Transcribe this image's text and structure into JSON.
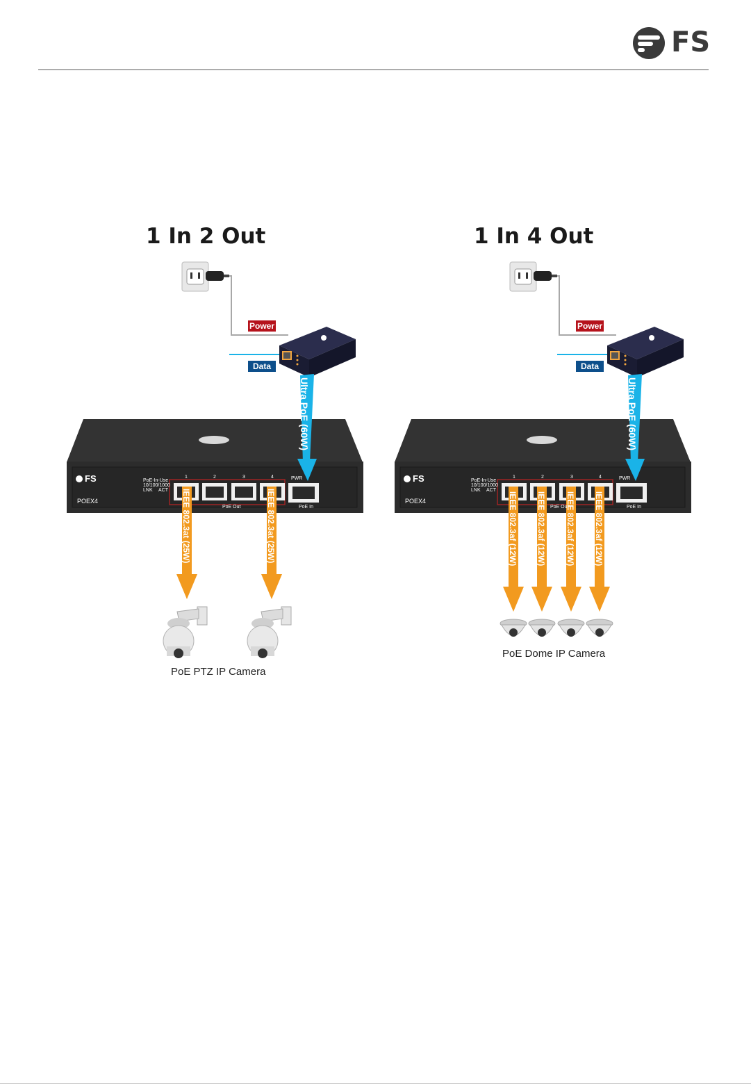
{
  "brand": {
    "logo_text": "FS"
  },
  "panels": [
    {
      "title": "1 In 2 Out",
      "power_label": "Power",
      "data_label": "Data",
      "uplink_label": "Ultra PoE (60W)",
      "switch": {
        "model": "POEX4",
        "brand": "FS",
        "legend": [
          "PoE-In-Use",
          "10/100/1000",
          "LNK",
          "ACT"
        ],
        "port_numbers": [
          "1",
          "2",
          "3",
          "4"
        ],
        "pwr_label": "PWR",
        "poe_out_label": "PoE Out",
        "poe_in_label": "PoE In"
      },
      "outputs": [
        "IEEE 802.3at (25W)",
        "IEEE 802.3at (25W)"
      ],
      "camera_caption": "PoE PTZ IP Camera"
    },
    {
      "title": "1 In 4 Out",
      "power_label": "Power",
      "data_label": "Data",
      "uplink_label": "Ultra PoE (60W)",
      "switch": {
        "model": "POEX4",
        "brand": "FS",
        "legend": [
          "PoE-In-Use",
          "10/100/1000",
          "LNK",
          "ACT"
        ],
        "port_numbers": [
          "1",
          "2",
          "3",
          "4"
        ],
        "pwr_label": "PWR",
        "poe_out_label": "PoE Out",
        "poe_in_label": "PoE In"
      },
      "outputs": [
        "IEEE 802.3af (12W)",
        "IEEE 802.3af (12W)",
        "IEEE 802.3af (12W)",
        "IEEE 802.3af (12W)"
      ],
      "camera_caption": "PoE Dome IP Camera"
    }
  ],
  "colors": {
    "orange": "#f29a1f",
    "blue": "#1ab3e8",
    "power_red": "#b5121b",
    "data_blue": "#0d4f8b"
  }
}
